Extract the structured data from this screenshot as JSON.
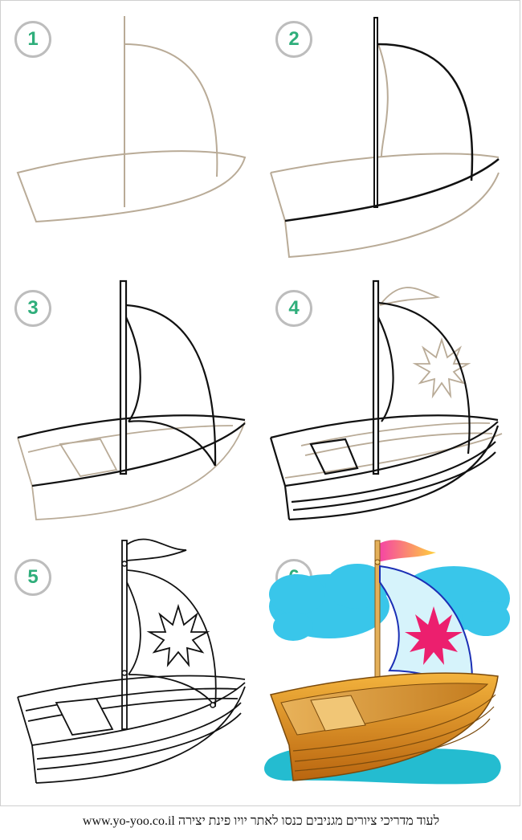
{
  "steps": [
    {
      "number": "1"
    },
    {
      "number": "2"
    },
    {
      "number": "3"
    },
    {
      "number": "4"
    },
    {
      "number": "5"
    },
    {
      "number": "6"
    }
  ],
  "footer": {
    "text": "www.yo-yoo.co.il לעוד מדריכי ציורים מגניבים כנסו לאתר יויו פינת יצירה"
  },
  "colors": {
    "badge_text": "#2fae7b",
    "badge_border": "#bdbdbd",
    "sketch_line": "#b9ab97",
    "ink_line": "#111111",
    "sky": "#39c6ea",
    "sail": "#d6f3fb",
    "sun": "#ec1f6e",
    "flag": "#f54fa6",
    "hull": "#d98a1e",
    "water": "#24bcd0"
  }
}
